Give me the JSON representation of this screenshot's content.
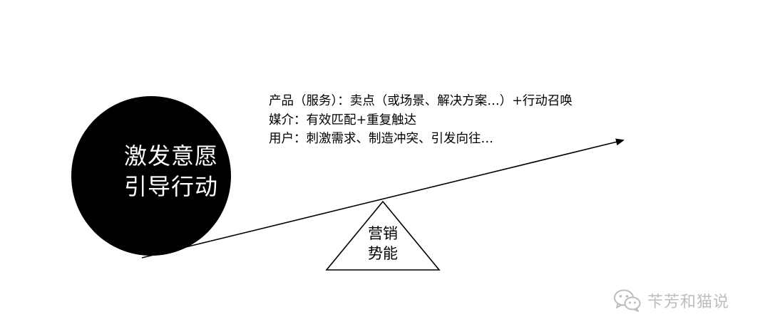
{
  "circle": {
    "line1": "激发意愿",
    "line2": "引导行动"
  },
  "notes": {
    "product": "产品（服务）：卖点（或场景、解决方案…）+行动召唤",
    "media": "媒介：有效匹配+重复触达",
    "user": "用户：刺激需求、制造冲突、引发向往…"
  },
  "fulcrum": {
    "line1": "营销",
    "line2": "势能"
  },
  "watermark": {
    "text": "苄芳和猫说",
    "icon": "wechat-icon",
    "color": "#bdbdbd"
  },
  "colors": {
    "circle_fill": "#000000",
    "circle_text": "#ffffff",
    "line": "#000000"
  }
}
